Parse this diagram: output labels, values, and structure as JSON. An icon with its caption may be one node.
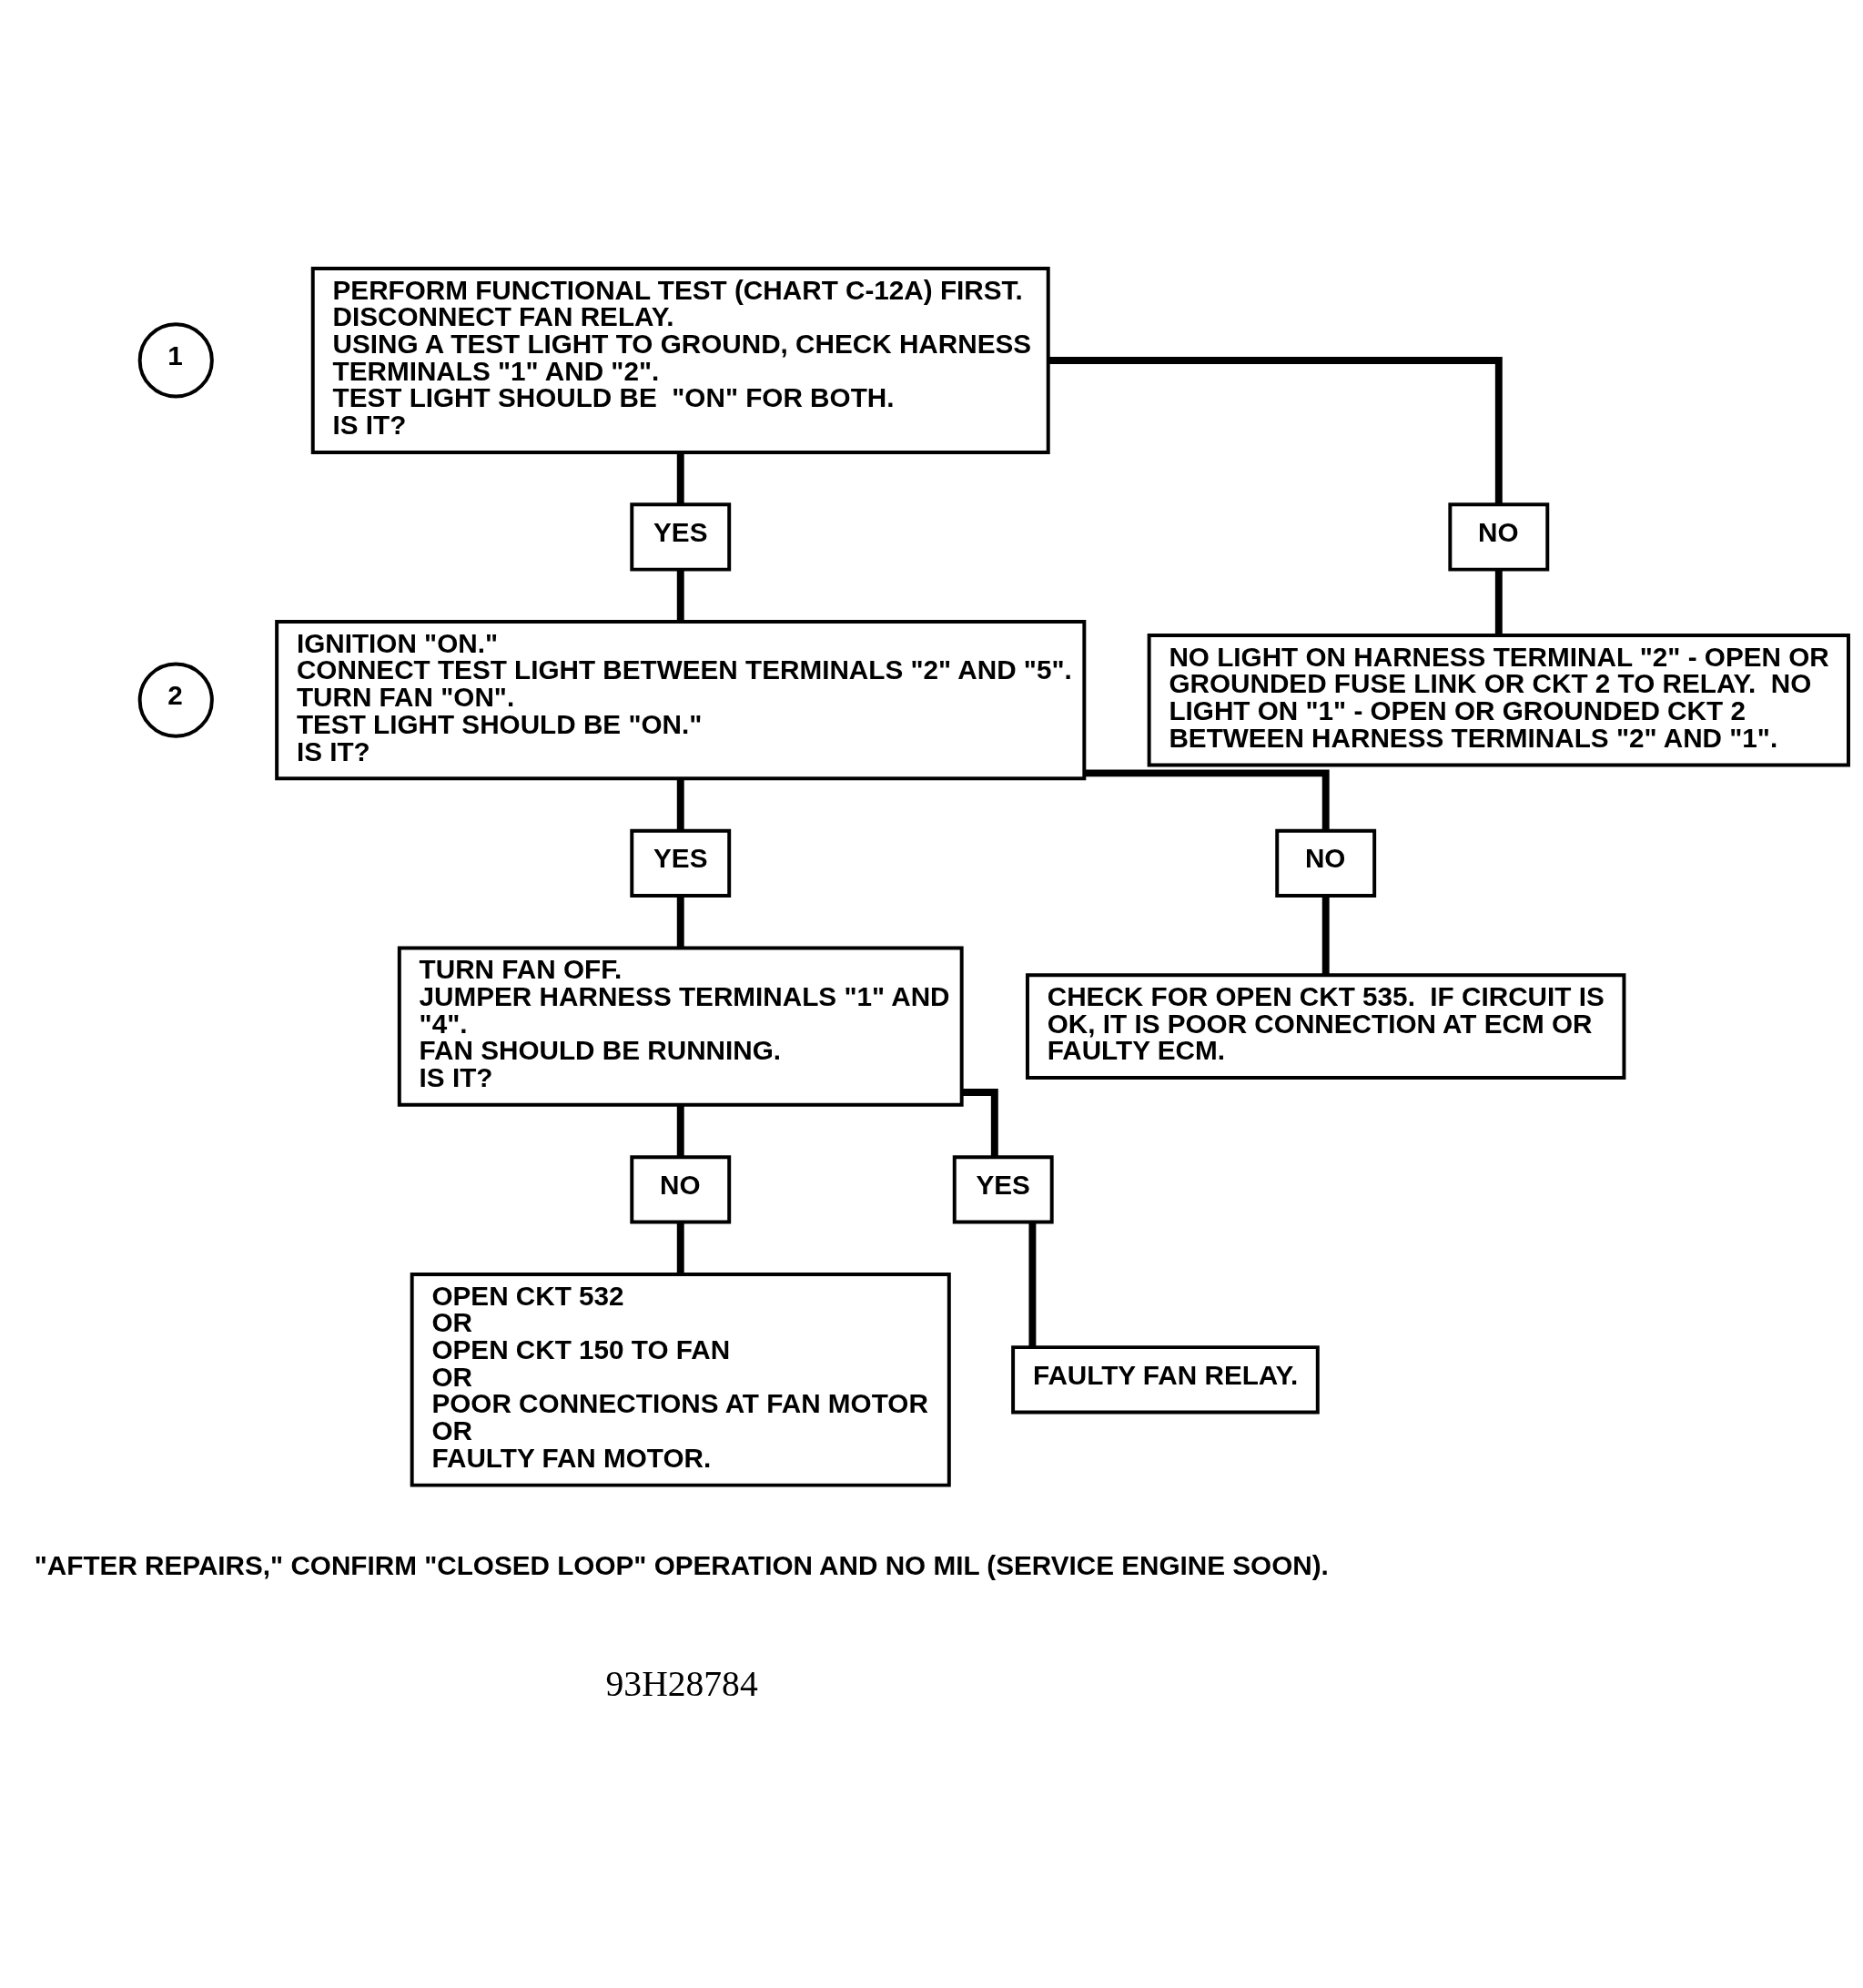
{
  "diagram": {
    "nodes": [
      {
        "text": [
          "1"
        ]
      },
      {
        "text": [
          "PERFORM FUNCTIONAL TEST (CHART C-12A) FIRST.",
          "DISCONNECT FAN RELAY.",
          "USING A TEST LIGHT TO GROUND, CHECK HARNESS TERMINALS \"1\" AND \"2\".",
          "TEST LIGHT SHOULD BE  \"ON\" FOR BOTH.",
          "IS IT?"
        ]
      },
      {
        "text": [
          "YES"
        ]
      },
      {
        "text": [
          "NO"
        ]
      },
      {
        "text": [
          "2"
        ]
      },
      {
        "text": [
          "IGNITION \"ON.\"",
          "CONNECT TEST LIGHT BETWEEN TERMINALS \"2\" AND \"5\".",
          "TURN FAN \"ON\".",
          "TEST LIGHT SHOULD BE \"ON.\"",
          "IS IT?"
        ]
      },
      {
        "text": [
          "NO LIGHT ON HARNESS TERMINAL \"2\" - OPEN OR GROUNDED FUSE LINK OR CKT 2 TO RELAY.  NO LIGHT ON \"1\" - OPEN OR GROUNDED CKT 2 BETWEEN HARNESS TERMINALS \"2\" AND \"1\"."
        ]
      },
      {
        "text": [
          "YES"
        ]
      },
      {
        "text": [
          "NO"
        ]
      },
      {
        "text": [
          "TURN FAN OFF.",
          "JUMPER HARNESS TERMINALS \"1\" AND \"4\".",
          "FAN SHOULD BE RUNNING.",
          "IS IT?"
        ]
      },
      {
        "text": [
          "CHECK FOR OPEN CKT 535.  IF CIRCUIT IS OK, IT IS POOR CONNECTION AT ECM OR FAULTY ECM."
        ]
      },
      {
        "text": [
          "NO"
        ]
      },
      {
        "text": [
          "YES"
        ]
      },
      {
        "text": [
          "OPEN CKT 532",
          "OR",
          "OPEN CKT 150 TO FAN",
          "OR",
          "POOR CONNECTIONS AT FAN MOTOR",
          "OR",
          "FAULTY FAN MOTOR."
        ]
      },
      {
        "text": [
          "FAULTY FAN RELAY."
        ]
      }
    ],
    "edges": [
      {
        "from": 1,
        "to": 2,
        "arrow": "none"
      },
      {
        "from": 1,
        "to": 3,
        "arrow": "none"
      },
      {
        "from": 2,
        "to": 5,
        "arrow": "none"
      },
      {
        "from": 3,
        "to": 6,
        "arrow": "none"
      },
      {
        "from": 5,
        "to": 7,
        "arrow": "none"
      },
      {
        "from": 5,
        "to": 8,
        "arrow": "none"
      },
      {
        "from": 7,
        "to": 9,
        "arrow": "none"
      },
      {
        "from": 8,
        "to": 10,
        "arrow": "none"
      },
      {
        "from": 9,
        "to": 11,
        "arrow": "none"
      },
      {
        "from": 9,
        "to": 12,
        "arrow": "none"
      },
      {
        "from": 11,
        "to": 13,
        "arrow": "none"
      },
      {
        "from": 12,
        "to": 14,
        "arrow": "none"
      }
    ],
    "labels": [
      "\"AFTER REPAIRS,\" CONFIRM \"CLOSED LOOP\" OPERATION AND NO MIL (SERVICE ENGINE SOON).",
      "93H28784"
    ]
  }
}
